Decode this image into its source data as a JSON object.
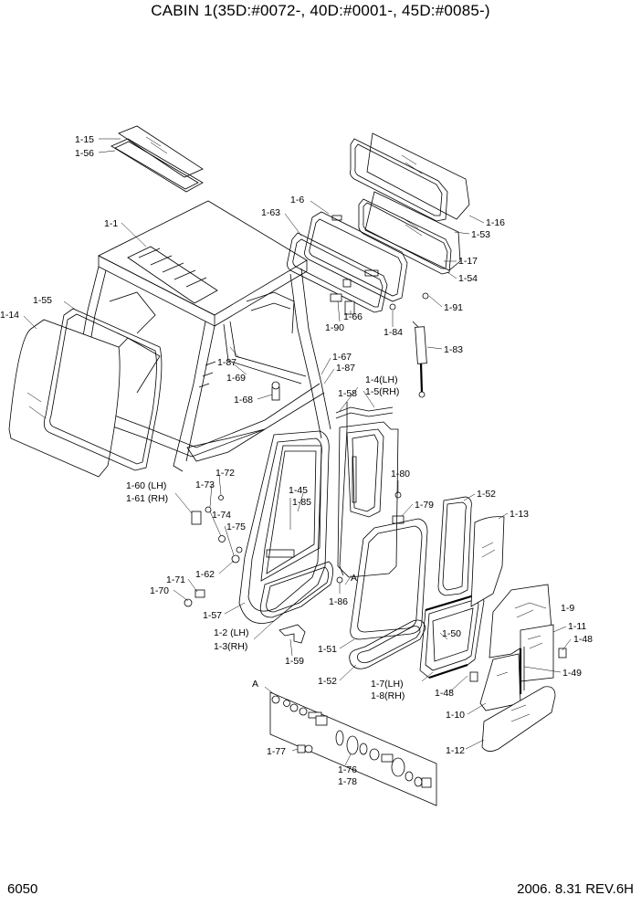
{
  "title": "CABIN 1(35D:#0072-, 40D:#0001-, 45D:#0085-)",
  "page_number": "6050",
  "revision": "2006. 8.31 REV.6H",
  "labels": {
    "l_1_1": "1-1",
    "l_1_2": "1-2 (LH)",
    "l_1_3": "1-3(RH)",
    "l_1_4": "1-4(LH)",
    "l_1_5": "1-5(RH)",
    "l_1_6": "1-6",
    "l_1_7": "1-7(LH)",
    "l_1_8": "1-8(RH)",
    "l_1_9": "1-9",
    "l_1_10": "1-10",
    "l_1_11": "1-11",
    "l_1_12": "1-12",
    "l_1_13": "1-13",
    "l_1_14": "1-14",
    "l_1_15": "1-15",
    "l_1_16": "1-16",
    "l_1_17": "1-17",
    "l_1_45": "1-45",
    "l_1_48a": "1-48",
    "l_1_48b": "1-48",
    "l_1_49": "1-49",
    "l_1_50": "1-50",
    "l_1_51": "1-51",
    "l_1_52a": "1-52",
    "l_1_52b": "1-52",
    "l_1_53": "1-53",
    "l_1_54": "1-54",
    "l_1_55": "1-55",
    "l_1_56": "1-56",
    "l_1_57": "1-57",
    "l_1_58": "1-58",
    "l_1_59": "1-59",
    "l_1_60": "1-60 (LH)",
    "l_1_61": "1-61 (RH)",
    "l_1_62": "1-62",
    "l_1_63": "1-63",
    "l_1_66": "1-66",
    "l_1_67": "1-67",
    "l_1_68": "1-68",
    "l_1_69": "1-69",
    "l_1_70": "1-70",
    "l_1_71": "1-71",
    "l_1_72": "1-72",
    "l_1_73": "1-73",
    "l_1_74": "1-74",
    "l_1_75": "1-75",
    "l_1_76": "1-76",
    "l_1_77": "1-77",
    "l_1_78": "1-78",
    "l_1_79": "1-79",
    "l_1_80": "1-80",
    "l_1_83": "1-83",
    "l_1_84": "1-84",
    "l_1_85": "1-85",
    "l_1_86": "1-86",
    "l_1_87a": "1-87",
    "l_1_87b": "1-87",
    "l_1_90": "1-90",
    "l_1_91": "1-91",
    "l_A1": "A",
    "l_A2": "A"
  }
}
